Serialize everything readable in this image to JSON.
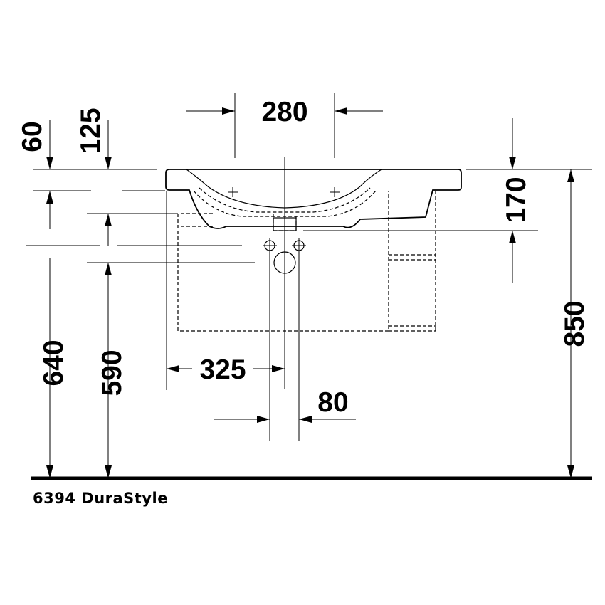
{
  "product": {
    "label": "6394 DuraStyle"
  },
  "dimensions": {
    "width_taps": "280",
    "edge_to_rim": "60",
    "edge_to_tap_hole": "125",
    "bowl_depth": "170",
    "total_height": "850",
    "waste_height_a": "640",
    "waste_height_b": "590",
    "offset_to_waste": "325",
    "pipe_spacing": "80"
  }
}
